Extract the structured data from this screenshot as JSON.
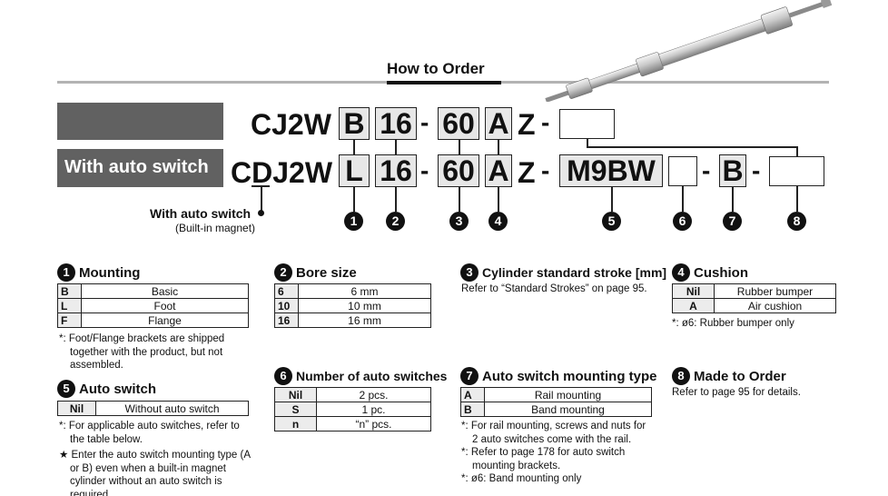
{
  "header": {
    "title": "How to Order"
  },
  "labels": {
    "without_switch": "",
    "with_switch": "With auto switch"
  },
  "row1": {
    "model": "CJ2W",
    "mounting": "B",
    "bore": "16",
    "stroke": "60",
    "cushion": "A",
    "z": "Z"
  },
  "row2": {
    "model": "CDJ2W",
    "mounting": "L",
    "bore": "16",
    "stroke": "60",
    "cushion": "A",
    "z": "Z",
    "switch": "M9BW",
    "mounting_type": "B"
  },
  "dash": "-",
  "with_auto_switch_note": {
    "label": "With auto switch",
    "sub": "(Built-in magnet)"
  },
  "callouts": [
    "1",
    "2",
    "3",
    "4",
    "5",
    "6",
    "7",
    "8"
  ],
  "sections": {
    "mounting": {
      "num": "1",
      "title": "Mounting",
      "rows": [
        [
          "B",
          "Basic"
        ],
        [
          "L",
          "Foot"
        ],
        [
          "F",
          "Flange"
        ]
      ],
      "notes": [
        "*: Foot/Flange brackets are shipped together with the product, but not assembled."
      ]
    },
    "bore": {
      "num": "2",
      "title": "Bore size",
      "rows": [
        [
          "6",
          "6 mm"
        ],
        [
          "10",
          "10 mm"
        ],
        [
          "16",
          "16 mm"
        ]
      ]
    },
    "stroke": {
      "num": "3",
      "title": "Cylinder standard stroke [mm]",
      "text": "Refer to “Standard Strokes” on page 95."
    },
    "cushion": {
      "num": "4",
      "title": "Cushion",
      "rows": [
        [
          "Nil",
          "Rubber bumper"
        ],
        [
          "A",
          "Air cushion"
        ]
      ],
      "notes": [
        "*: ø6: Rubber bumper only"
      ]
    },
    "auto_switch": {
      "num": "5",
      "title": "Auto switch",
      "rows": [
        [
          "Nil",
          "Without auto switch"
        ]
      ],
      "notes": [
        "*: For applicable auto switches, refer to the table below.",
        "★ Enter the auto switch mounting type (A or B) even when a built-in magnet cylinder without an auto switch is required."
      ]
    },
    "num_switches": {
      "num": "6",
      "title": "Number of auto switches",
      "rows": [
        [
          "Nil",
          "2 pcs."
        ],
        [
          "S",
          "1 pc."
        ],
        [
          "n",
          "“n” pcs."
        ]
      ]
    },
    "mounting_type": {
      "num": "7",
      "title": "Auto switch mounting type",
      "rows": [
        [
          "A",
          "Rail mounting"
        ],
        [
          "B",
          "Band mounting"
        ]
      ],
      "notes": [
        "*: For rail mounting, screws and nuts for 2 auto switches come with the rail.",
        "*: Refer to page 178 for auto switch mounting brackets.",
        "*: ø6: Band mounting only"
      ]
    },
    "made_to_order": {
      "num": "8",
      "title": "Made to Order",
      "text": "Refer to page 95 for details."
    }
  }
}
